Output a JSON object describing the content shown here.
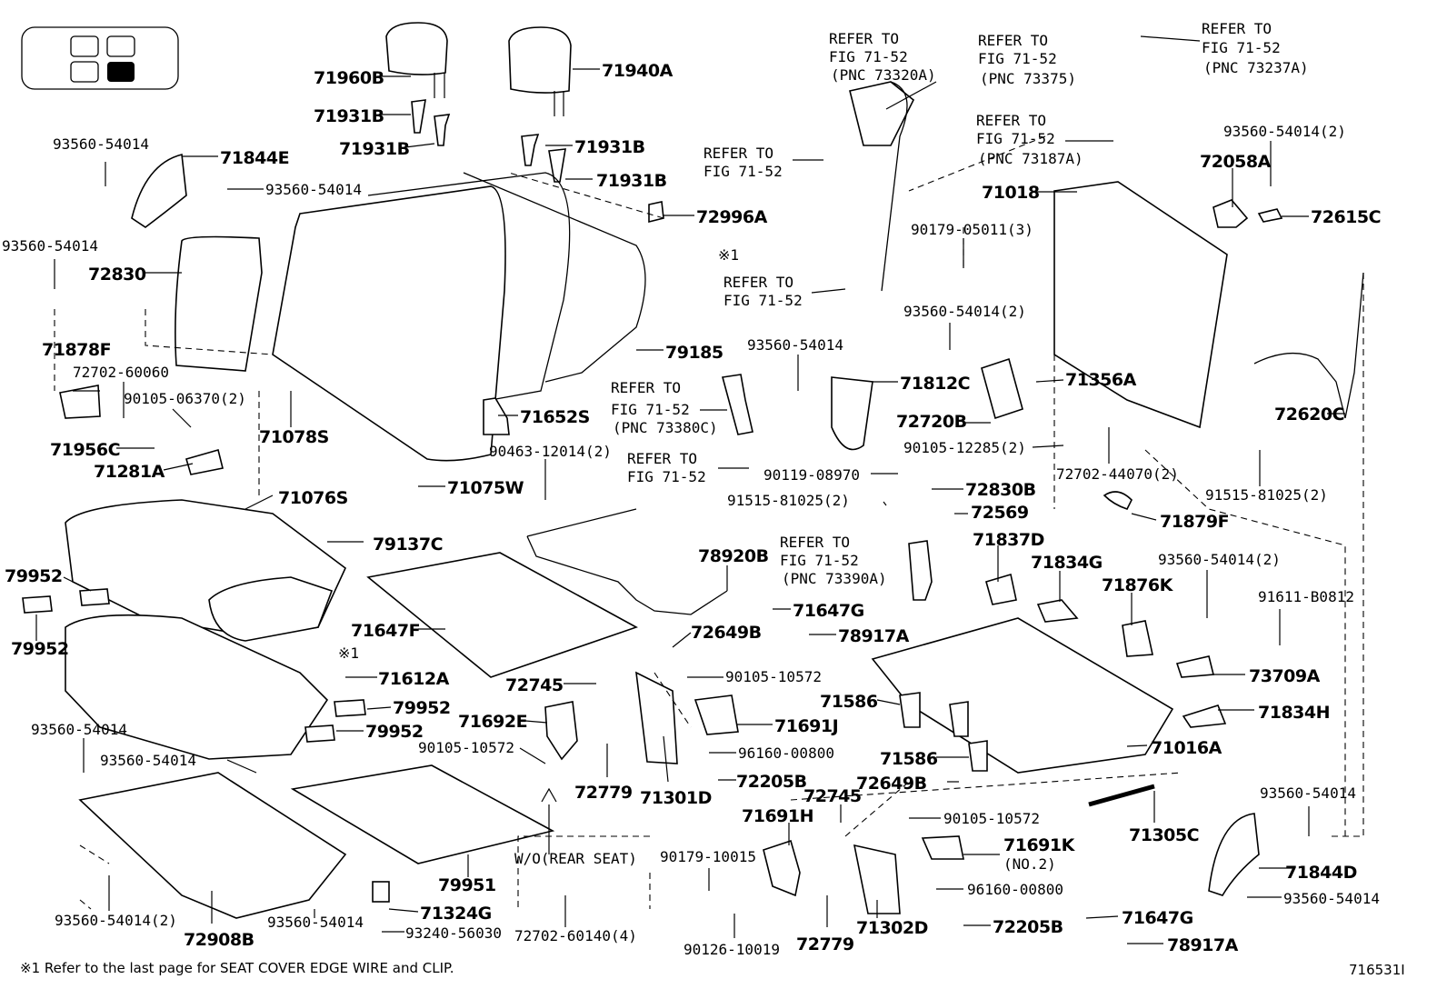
{
  "diagram_code": "716531I",
  "footnote": "※1 Refer to the last page for SEAT COVER EDGE WIRE and CLIP.",
  "wo_rear_seat_label": "W/O(REAR SEAT)",
  "labels": {
    "l71960B": "71960B",
    "l71940A": "71940A",
    "l71931B_1": "71931B",
    "l71931B_2": "71931B",
    "l71931B_3": "71931B",
    "l71931B_4": "71931B",
    "l93560_54014_a": "93560-54014",
    "l71844E": "71844E",
    "l93560_54014_b": "93560-54014",
    "l93560_54014_c": "93560-54014",
    "l72830": "72830",
    "l72996A": "72996A",
    "l71878F": "71878F",
    "l72702_60060": "72702-60060",
    "l90105_06370": "90105-06370(2)",
    "l71956C": "71956C",
    "l71281A": "71281A",
    "l71078S": "71078S",
    "l71652S": "71652S",
    "l79185": "79185",
    "l71075W": "71075W",
    "l71076S": "71076S",
    "l79137C": "79137C",
    "l79952_a": "79952",
    "l79952_b": "79952",
    "l79952_c": "79952",
    "l79952_d": "79952",
    "l71647F": "71647F",
    "l71612A": "71612A",
    "l93560_54014_d": "93560-54014",
    "l93560_54014_e": "93560-54014",
    "l93560_54014_f": "93560-54014(2)",
    "l72908B": "72908B",
    "l93560_54014_g": "93560-54014",
    "l71324G": "71324G",
    "l93240_56030": "93240-56030",
    "l79951": "79951",
    "l72702_60140": "72702-60140(4)",
    "l90463_12014": "90463-12014(2)",
    "l78920B": "78920B",
    "l71647G_a": "71647G",
    "l78917A_a": "78917A",
    "l72649B_a": "72649B",
    "l90105_10572_a": "90105-10572",
    "l72745_a": "72745",
    "l71692E": "71692E",
    "l71691J": "71691J",
    "l90105_10572_b": "90105-10572",
    "l96160_00800_a": "96160-00800",
    "l72779_a": "72779",
    "l71301D": "71301D",
    "l72205B_a": "72205B",
    "l71018": "71018",
    "l90179_05011": "90179-05011(3)",
    "l93560_54014_h": "93560-54014(2)",
    "l93560_54014_i": "93560-54014",
    "l71812C": "71812C",
    "l71356A": "71356A",
    "l72720B": "72720B",
    "l90105_12285": "90105-12285(2)",
    "l72702_44070": "72702-44070(2)",
    "l90119_08970": "90119-08970",
    "l72830B": "72830B",
    "l91515_81025_a": "91515-81025(2)",
    "l72569": "72569",
    "l71879F": "71879F",
    "l91515_81025_b": "91515-81025(2)",
    "l72058A": "72058A",
    "l93560_54014_j": "93560-54014(2)",
    "l72615C": "72615C",
    "l72620C": "72620C",
    "l71837D": "71837D",
    "l71834G": "71834G",
    "l71876K": "71876K",
    "l93560_54014_k": "93560-54014(2)",
    "l91611_B0812": "91611-B0812",
    "l73709A": "73709A",
    "l71586_a": "71586",
    "l71586_b": "71586",
    "l71834H": "71834H",
    "l71016A": "71016A",
    "l72649B_b": "72649B",
    "l72745_b": "72745",
    "l71691H": "71691H",
    "l90105_10572_c": "90105-10572",
    "l71691K": "71691K",
    "l71691K_sub": "(NO.2)",
    "l96160_00800_b": "96160-00800",
    "l90179_10015": "90179-10015",
    "l72779_b": "72779",
    "l71302D": "71302D",
    "l72205B_b": "72205B",
    "l90126_10019": "90126-10019",
    "l71305C": "71305C",
    "l93560_54014_l": "93560-54014",
    "l71844D": "71844D",
    "l93560_54014_m": "93560-54014",
    "l71647G_b": "71647G",
    "l78917A_b": "78917A",
    "l71612A_x1": "※1",
    "l72996A_x1": "※1"
  },
  "refer_notes": {
    "r1": [
      "REFER TO",
      "FIG 71-52",
      "(PNC 73320A)"
    ],
    "r2": [
      "REFER TO",
      "FIG 71-52",
      "(PNC 73375)"
    ],
    "r3": [
      "REFER TO",
      "FIG 71-52",
      "(PNC 73237A)"
    ],
    "r4": [
      "REFER TO",
      "FIG 71-52",
      "(PNC 73187A)"
    ],
    "r5": [
      "REFER TO",
      "FIG 71-52"
    ],
    "r6": [
      "REFER TO",
      "FIG 71-52"
    ],
    "r7": [
      "REFER TO",
      "FIG 71-52",
      "(PNC 73380C)"
    ],
    "r8": [
      "REFER TO",
      "FIG 71-52"
    ],
    "r9": [
      "REFER TO",
      "FIG 71-52",
      "(PNC 73390A)"
    ]
  }
}
